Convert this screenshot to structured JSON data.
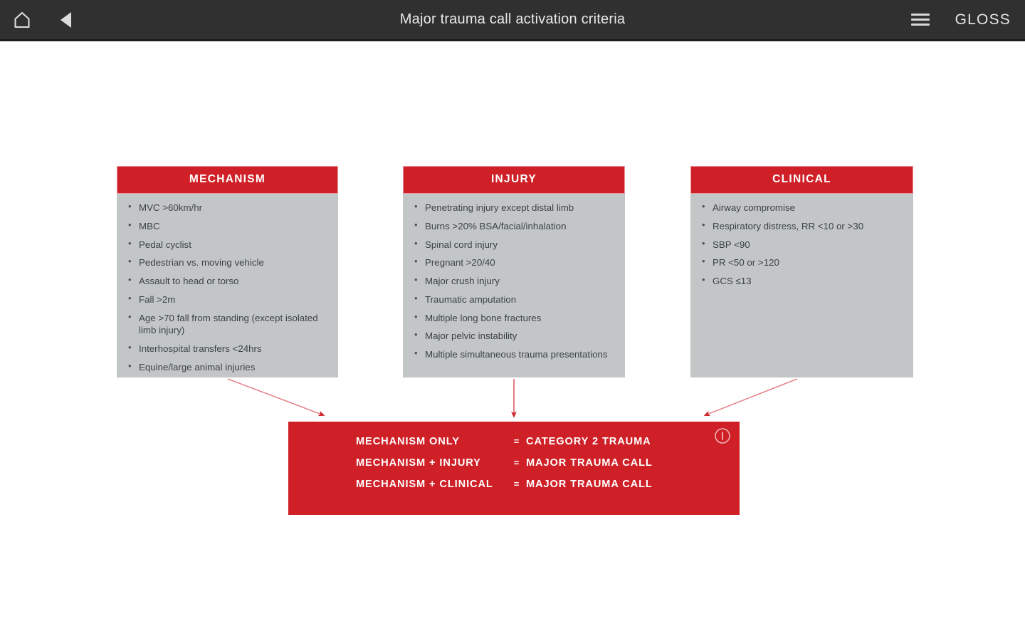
{
  "appbar": {
    "title": "Major trauma call activation criteria",
    "home_icon": "home-icon",
    "back_icon": "back-triangle-icon",
    "menu_icon": "hamburger-menu-icon",
    "gloss_label": "GLOSS"
  },
  "colors": {
    "brand_red": "#cf2027",
    "panel_grey": "#c3c6c6",
    "appbar_dark": "#303030",
    "body_text": "#3b4248"
  },
  "columns": [
    {
      "id": "mechanism",
      "header": "MECHANISM",
      "items": [
        "MVC >60km/hr",
        "MBC",
        "Pedal cyclist",
        "Pedestrian vs. moving vehicle",
        "Assault to head or torso",
        "Fall >2m",
        "Age >70 fall from standing (except isolated limb injury)",
        "Interhospital transfers <24hrs",
        "Equine/large animal injuries"
      ]
    },
    {
      "id": "injury",
      "header": "INJURY",
      "items": [
        "Penetrating injury except distal limb",
        "Burns >20% BSA/facial/inhalation",
        "Spinal cord injury",
        "Pregnant >20/40",
        "Major crush injury",
        "Traumatic amputation",
        "Multiple long bone fractures",
        "Major pelvic instability",
        "Multiple simultaneous trauma presentations"
      ]
    },
    {
      "id": "clinical",
      "header": "CLINICAL",
      "items": [
        "Airway compromise",
        "Respiratory distress, RR <10 or >30",
        "SBP <90",
        "PR <50 or >120",
        "GCS ≤13"
      ]
    }
  ],
  "result": {
    "info_icon": "info-circle-icon",
    "rows": [
      {
        "left": "MECHANISM ONLY",
        "eq": "=",
        "right": "CATEGORY 2 TRAUMA"
      },
      {
        "left": "MECHANISM + INJURY",
        "eq": "=",
        "right": "MAJOR TRAUMA CALL"
      },
      {
        "left": "MECHANISM + CLINICAL",
        "eq": "=",
        "right": "MAJOR TRAUMA CALL"
      }
    ]
  }
}
